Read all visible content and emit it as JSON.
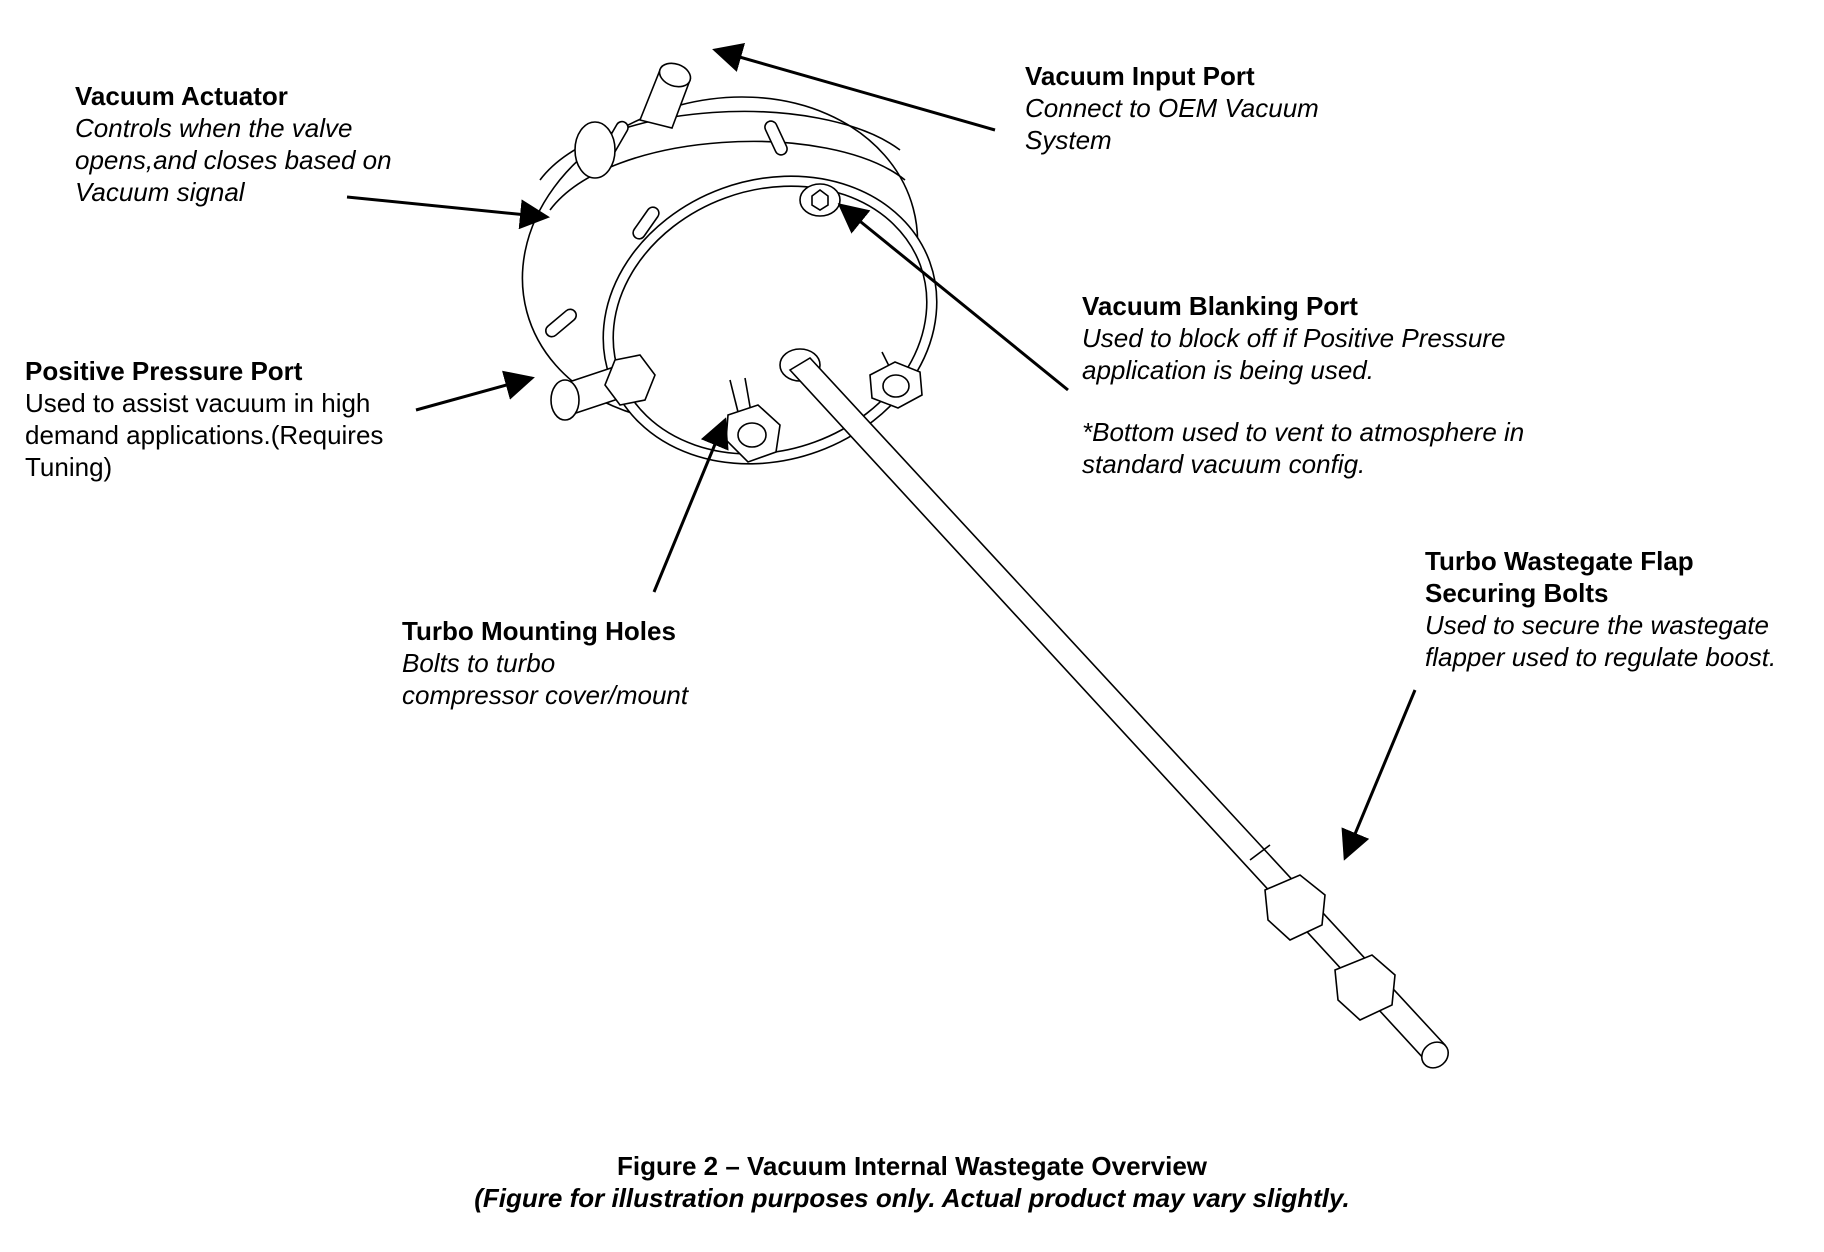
{
  "labels": {
    "vacuum_actuator": {
      "title": "Vacuum Actuator",
      "desc": "Controls when the valve\nopens,and closes based on\nVacuum signal"
    },
    "vacuum_input_port": {
      "title": "Vacuum Input Port",
      "desc": "Connect to OEM Vacuum\nSystem"
    },
    "vacuum_blanking_port": {
      "title": "Vacuum Blanking Port",
      "desc": "Used to block off if Positive Pressure\napplication is being used.",
      "note": "*Bottom used to vent to atmosphere in\nstandard vacuum config."
    },
    "positive_pressure_port": {
      "title": "Positive Pressure Port",
      "desc": "Used to assist vacuum in high\ndemand applications.(Requires\nTuning)"
    },
    "turbo_mounting_holes": {
      "title": "Turbo Mounting Holes",
      "desc": "Bolts to turbo\ncompressor cover/mount"
    },
    "wastegate_flap_bolts": {
      "title": "Turbo Wastegate Flap\nSecuring Bolts",
      "desc": "Used to secure the wastegate\nflapper used to regulate boost."
    }
  },
  "caption": {
    "title": "Figure 2 – Vacuum Internal Wastegate Overview",
    "note": "(Figure for illustration purposes only. Actual product may vary slightly."
  }
}
